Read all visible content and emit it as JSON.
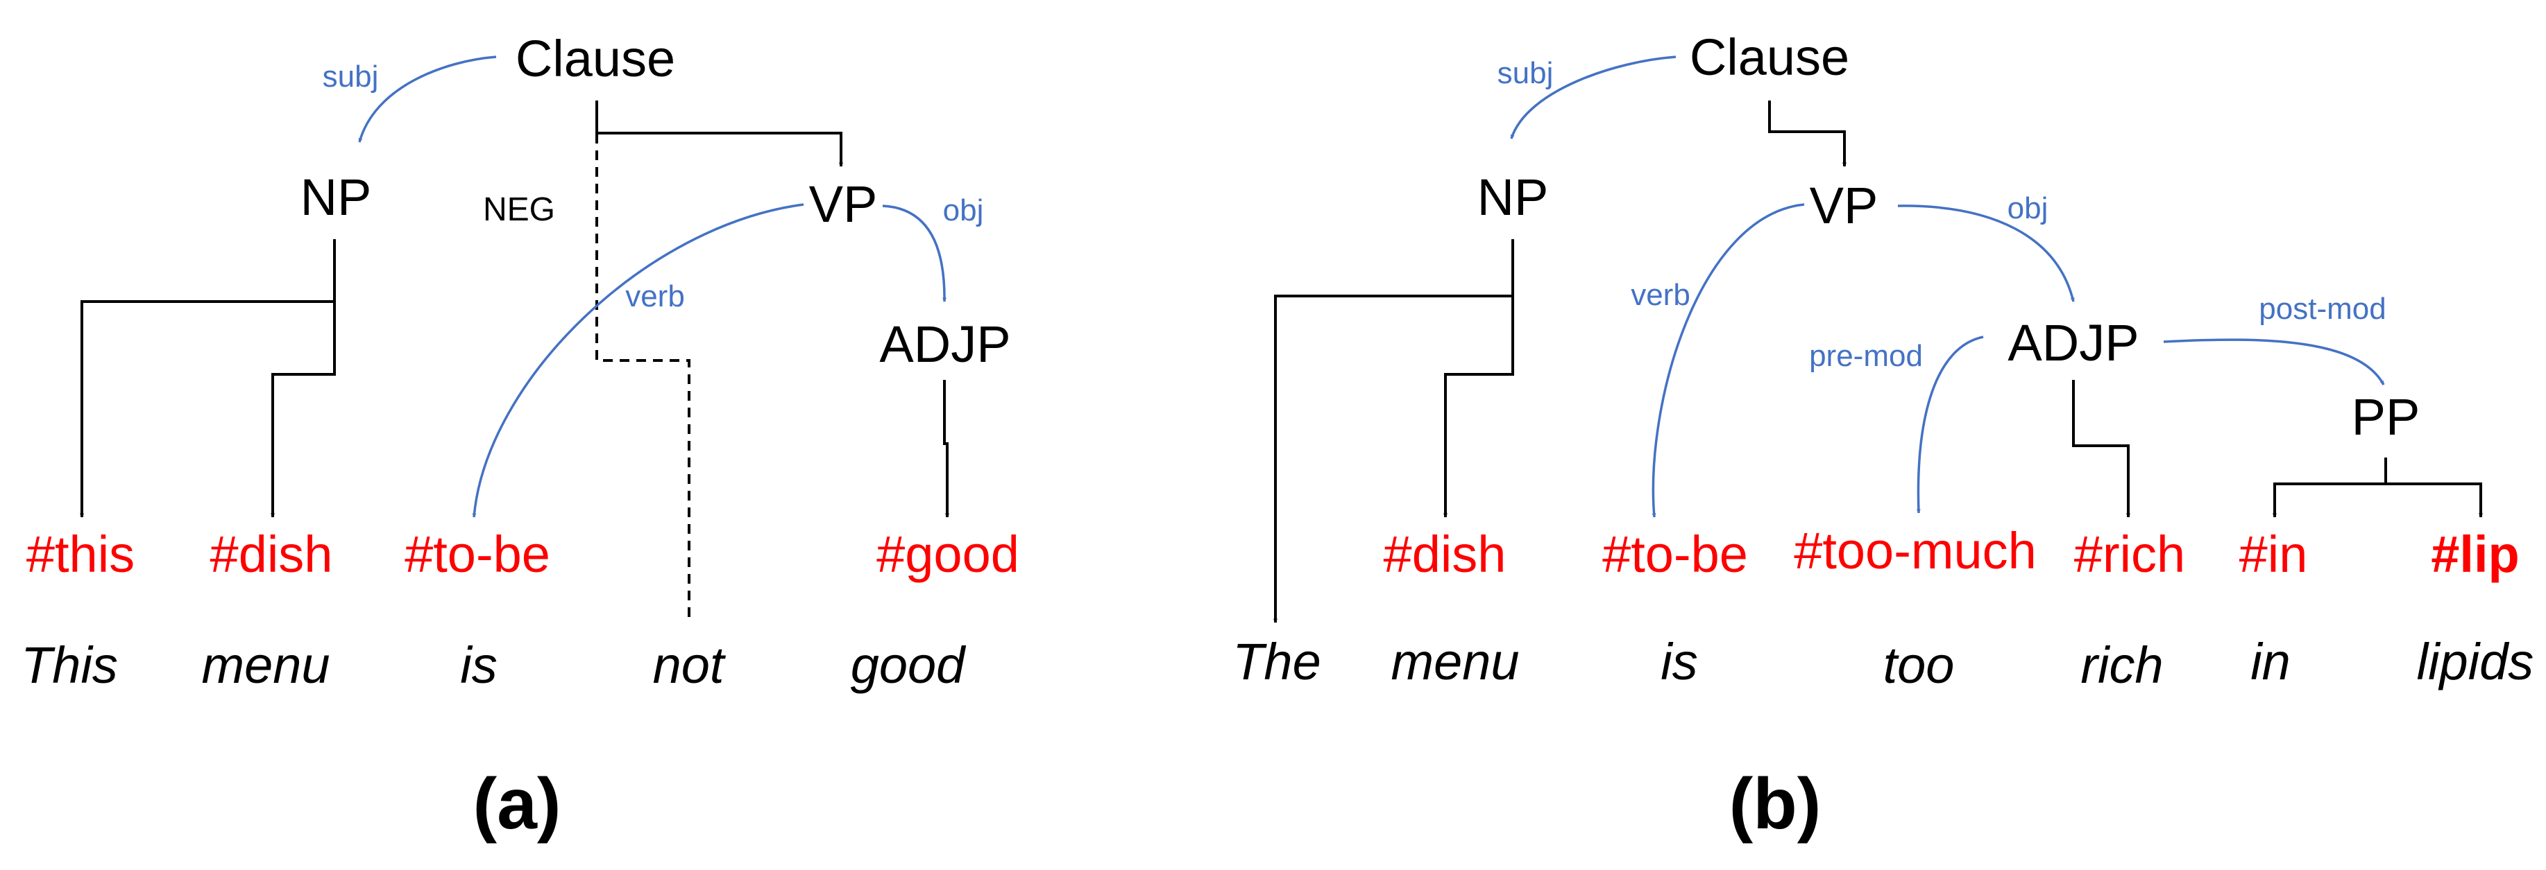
{
  "colors": {
    "tag": "#ff0000",
    "relation": "#4472c4",
    "structure": "#000000"
  },
  "panel_a": {
    "caption": "(a)",
    "nodes": {
      "clause": "Clause",
      "np": "NP",
      "neg": "NEG",
      "vp": "VP",
      "adjp": "ADJP"
    },
    "relations": {
      "subj": "subj",
      "verb": "verb",
      "obj": "obj"
    },
    "tags": {
      "this": "#this",
      "dish": "#dish",
      "to_be": "#to-be",
      "good": "#good"
    },
    "words": {
      "this": "This",
      "menu": "menu",
      "is": "is",
      "not": "not",
      "good": "good"
    }
  },
  "panel_b": {
    "caption": "(b)",
    "nodes": {
      "clause": "Clause",
      "np": "NP",
      "vp": "VP",
      "adjp": "ADJP",
      "pp": "PP"
    },
    "relations": {
      "subj": "subj",
      "verb": "verb",
      "obj": "obj",
      "pre_mod": "pre-mod",
      "post_mod": "post-mod"
    },
    "tags": {
      "dish": "#dish",
      "to_be": "#to-be",
      "too_much": "#too-much",
      "rich": "#rich",
      "in": "#in",
      "lip": "#lip"
    },
    "words": {
      "the": "The",
      "menu": "menu",
      "is": "is",
      "too": "too",
      "rich": "rich",
      "in": "in",
      "lipids": "lipids"
    }
  }
}
